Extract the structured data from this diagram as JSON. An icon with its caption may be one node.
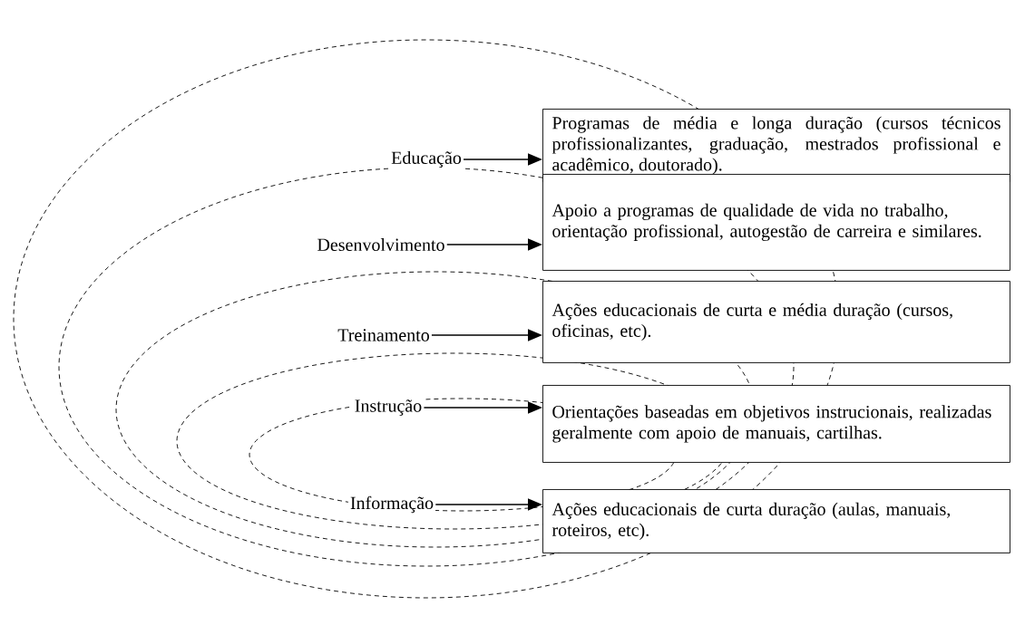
{
  "diagram": {
    "nodes": [
      {
        "text": [
          "Educação"
        ]
      },
      {
        "text": [
          "Desenvolvimento"
        ]
      },
      {
        "text": [
          "Treinamento"
        ]
      },
      {
        "text": [
          "Instrução"
        ]
      },
      {
        "text": [
          "Informação"
        ]
      },
      {
        "text": [
          "Programas de média e longa duração (cursos técnicos profissionalizantes, graduação, mestrados profissional e acadêmico, doutorado)."
        ]
      },
      {
        "text": [
          "Apoio a programas de qualidade de vida no trabalho, orientação profissional, autogestão de carreira e similares."
        ]
      },
      {
        "text": [
          "Ações educacionais de curta e média duração (cursos, oficinas, etc)."
        ]
      },
      {
        "text": [
          "Orientações baseadas em objetivos instrucionais, realizadas geralmente com apoio de manuais, cartilhas."
        ]
      },
      {
        "text": [
          "Ações educacionais de curta duração (aulas, manuais, roteiros, etc)."
        ]
      }
    ],
    "edges": [
      {
        "from": 0,
        "to": 5,
        "arrow": "to"
      },
      {
        "from": 1,
        "to": 6,
        "arrow": "to"
      },
      {
        "from": 2,
        "to": 7,
        "arrow": "to"
      },
      {
        "from": 3,
        "to": 8,
        "arrow": "to"
      },
      {
        "from": 4,
        "to": 9,
        "arrow": "to"
      }
    ]
  }
}
